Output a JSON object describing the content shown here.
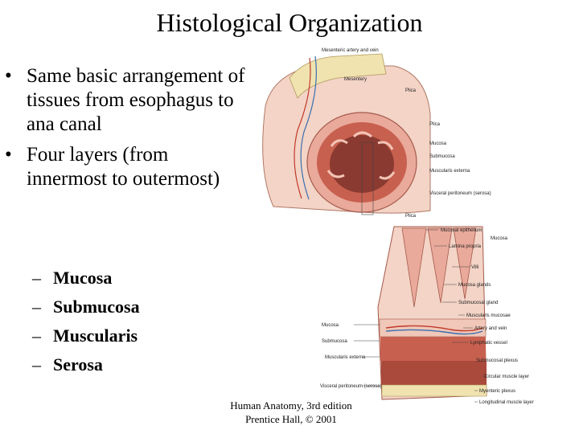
{
  "title": "Histological Organization",
  "bullets": [
    "Same basic arrangement of tissues from esophagus to ana canal",
    "Four layers (from innermost to outermost)"
  ],
  "layers": [
    "Mucosa",
    "Submucosa",
    "Muscularis",
    "Serosa"
  ],
  "caption": {
    "line1": "Human Anatomy, 3rd edition",
    "line2": "Prentice Hall, © 2001"
  },
  "figure_labels": {
    "mesenteric_vessels": "Mesenteric artery and vein",
    "mesentery": "Mesentery",
    "plica_top": "Plica",
    "plica_mid": "Plica",
    "mucosa": "Mucosa",
    "submucosa": "Submucosa",
    "muscularis_externa": "Muscularis externa",
    "visceral_peritoneum": "Visceral peritoneum (serosa)",
    "plica_detail": "Plica",
    "mucosal_epithelium": "Mucosal epithelium",
    "lamina_propria": "Lamina propria",
    "mucosa_bracket": "Mucosa",
    "villi": "Villi",
    "mucosa_glands": "Mucosa glands",
    "submucosal_gland": "Submucosal gland",
    "muscularis_mucosae": "Muscularis mucosae",
    "artery_and_vein": "Artery and vein",
    "lymphatic_vessel": "Lymphatic vessel",
    "submucosal_plexus": "Submucosal plexus",
    "circular_muscle_layer": "Circular muscle layer",
    "myenteric_plexus": "Myenteric plexus",
    "longitudinal_muscle_layer": "Longitudinal muscle layer",
    "left_mucosa": "Mucosa",
    "left_submucosa": "Submucosa",
    "left_muscularis_externa": "Muscularis externa",
    "left_visceral_peritoneum": "Visceral peritoneum (serosa)"
  },
  "colors": {
    "tissue_pink": "#e9a99b",
    "muscle_red": "#c8604f",
    "vessel_red": "#c0392b",
    "vessel_blue": "#3b6fb0",
    "serosa_yellow": "#f0e3b0"
  }
}
